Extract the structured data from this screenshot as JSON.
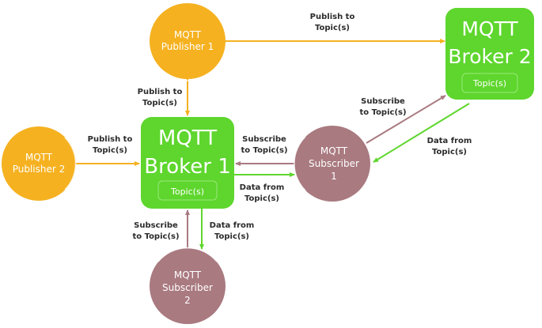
{
  "colors": {
    "publisher": "#F5B120",
    "broker": "#5ED62D",
    "subscriber": "#A97A80",
    "publish_arrow": "#F5B120",
    "subscribe_arrow": "#A97A80",
    "data_arrow": "#5ED62D",
    "label_text": "#2b2b2b"
  },
  "nodes": {
    "publisher1": {
      "line1": "MQTT",
      "line2": "Publisher 1"
    },
    "publisher2": {
      "line1": "MQTT",
      "line2": "Publisher 2"
    },
    "broker1": {
      "line1": "MQTT",
      "line2": "Broker 1",
      "topic": "Topic(s)"
    },
    "broker2": {
      "line1": "MQTT",
      "line2": "Broker 2",
      "topic": "Topic(s)"
    },
    "subscriber1": {
      "line1": "MQTT",
      "line2": "Subscriber",
      "line3": "1"
    },
    "subscriber2": {
      "line1": "MQTT",
      "line2": "Subscriber",
      "line3": "2"
    }
  },
  "edges": {
    "p1_to_b2": {
      "line1": "Publish to",
      "line2": "Topic(s)"
    },
    "p1_to_b1": {
      "line1": "Publish to",
      "line2": "Topic(s)"
    },
    "p2_to_b1": {
      "line1": "Publish to",
      "line2": "Topic(s)"
    },
    "s1_sub_b1": {
      "line1": "Subscribe",
      "line2": "to Topic(s)"
    },
    "b1_data_s1": {
      "line1": "Data from",
      "line2": "Topic(s)"
    },
    "s1_sub_b2": {
      "line1": "Subscribe",
      "line2": "to Topic(s)"
    },
    "b2_data_s1": {
      "line1": "Data from",
      "line2": "Topic(s)"
    },
    "s2_sub_b1": {
      "line1": "Subscribe",
      "line2": "to Topic(s)"
    },
    "b1_data_s2": {
      "line1": "Data from",
      "line2": "Topic(s)"
    }
  }
}
